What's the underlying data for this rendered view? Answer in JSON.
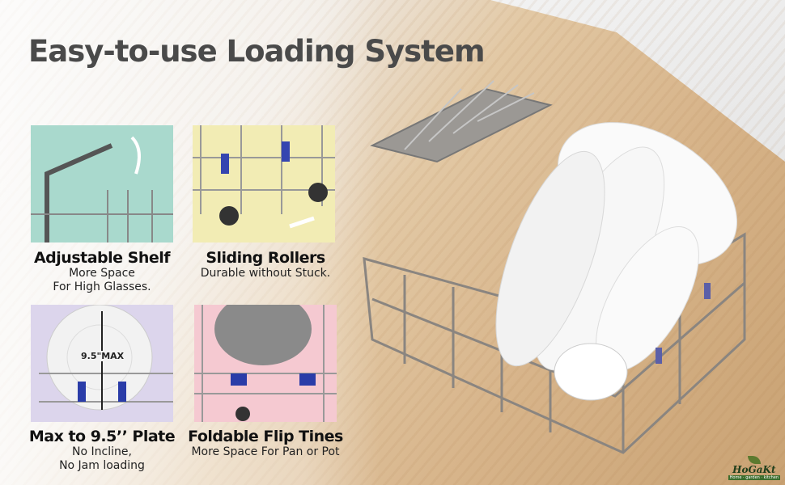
{
  "title": "Easy-to-use Loading System",
  "features": [
    {
      "heading": "Adjustable Shelf",
      "lines": [
        "More Space",
        "For High Glasses."
      ],
      "color": "#a9d9cd"
    },
    {
      "heading": "Sliding Rollers",
      "lines": [
        "Durable without Stuck."
      ],
      "color": "#f2ecb4"
    },
    {
      "heading": "Max to 9.5’’ Plate",
      "lines": [
        "No Incline,",
        "No Jam loading"
      ],
      "color": "#dcd5ec",
      "label": "9.5\"MAX"
    },
    {
      "heading": "Foldable Flip Tines",
      "lines": [
        "More Space For Pan or Pot"
      ],
      "color": "#f5c9d1"
    }
  ],
  "logo": {
    "name": "HoGaKt",
    "tagline": "Home · garden · kitchen"
  }
}
